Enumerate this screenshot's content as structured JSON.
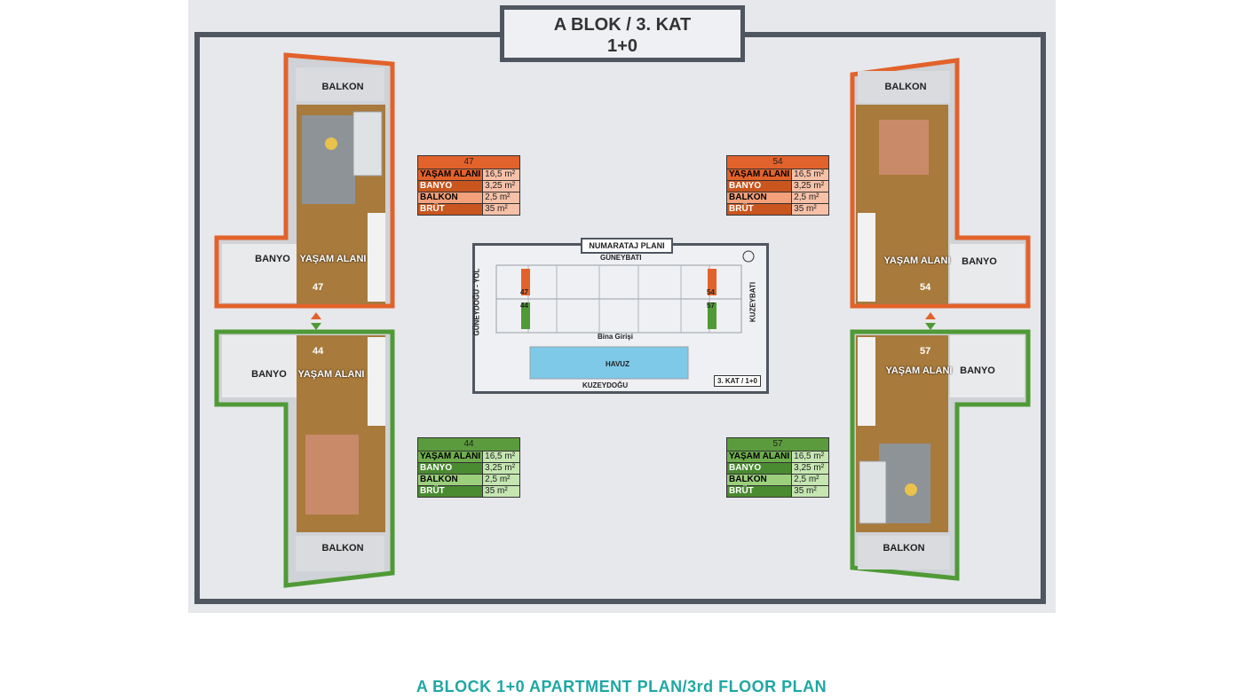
{
  "header": {
    "line1": "A BLOK / 3. KAT",
    "line2": "1+0"
  },
  "labels": {
    "balkon": "BALKON",
    "banyo": "BANYO",
    "yasam": "YAŞAM ALANI"
  },
  "units": [
    {
      "id": "47",
      "color": "orange"
    },
    {
      "id": "54",
      "color": "orange"
    },
    {
      "id": "44",
      "color": "green"
    },
    {
      "id": "57",
      "color": "green"
    }
  ],
  "area_tables": [
    {
      "unit": "47",
      "rows": [
        [
          "YAŞAM ALANI",
          "16,5 m²"
        ],
        [
          "BANYO",
          "3,25 m²"
        ],
        [
          "BALKON",
          "2,5 m²"
        ],
        [
          "BRÜT",
          "35 m²"
        ]
      ]
    },
    {
      "unit": "54",
      "rows": [
        [
          "YAŞAM ALANI",
          "16,5 m²"
        ],
        [
          "BANYO",
          "3,25 m²"
        ],
        [
          "BALKON",
          "2,5 m²"
        ],
        [
          "BRÜT",
          "35 m²"
        ]
      ]
    },
    {
      "unit": "44",
      "rows": [
        [
          "YAŞAM ALANI",
          "16,5 m²"
        ],
        [
          "BANYO",
          "3,25 m²"
        ],
        [
          "BALKON",
          "2,5 m²"
        ],
        [
          "BRÜT",
          "35 m²"
        ]
      ]
    },
    {
      "unit": "57",
      "rows": [
        [
          "YAŞAM ALANI",
          "16,5 m²"
        ],
        [
          "BANYO",
          "3,25 m²"
        ],
        [
          "BALKON",
          "2,5 m²"
        ],
        [
          "BRÜT",
          "35 m²"
        ]
      ]
    }
  ],
  "numbering_plan": {
    "title": "NUMARATAJ PLANI",
    "top": "GÜNEYBATI",
    "bottom": "KUZEYDOĞU",
    "left": "GÜNEYDOĞU - YOL",
    "right": "KUZEYBATI",
    "entrance": "Bina Girişi",
    "pool": "HAVUZ",
    "floor_tag": "3. KAT / 1+0"
  },
  "colors": {
    "orange": "#e2622b",
    "green": "#4f9a36",
    "wall": "#4f5660",
    "wood": "#a87a3c",
    "footer": "#1ea7a4"
  },
  "footer": "A BLOCK 1+0 APARTMENT PLAN/3rd FLOOR PLAN"
}
